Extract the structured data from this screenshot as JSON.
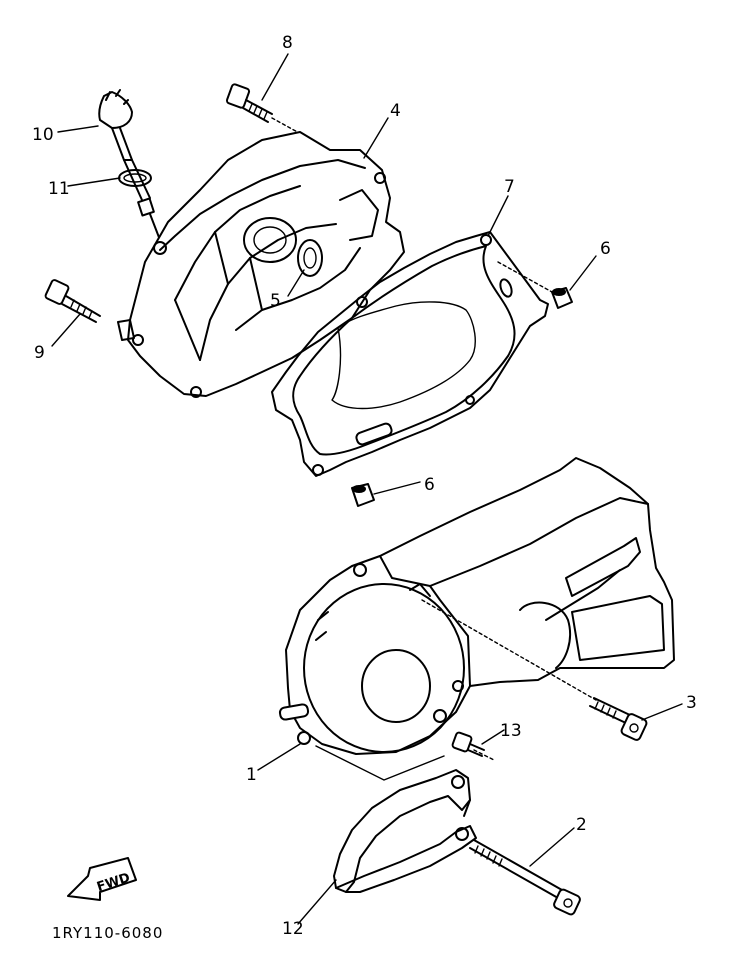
{
  "diagram": {
    "callouts": [
      {
        "id": "c1",
        "label": "1"
      },
      {
        "id": "c2",
        "label": "2"
      },
      {
        "id": "c3",
        "label": "3"
      },
      {
        "id": "c4",
        "label": "4"
      },
      {
        "id": "c5",
        "label": "5"
      },
      {
        "id": "c6a",
        "label": "6"
      },
      {
        "id": "c6b",
        "label": "6"
      },
      {
        "id": "c7",
        "label": "7"
      },
      {
        "id": "c8",
        "label": "8"
      },
      {
        "id": "c9",
        "label": "9"
      },
      {
        "id": "c10",
        "label": "10"
      },
      {
        "id": "c11",
        "label": "11"
      },
      {
        "id": "c12",
        "label": "12"
      },
      {
        "id": "c13",
        "label": "13"
      }
    ],
    "fwd_label": "FWD",
    "diagram_code": "1RY110-6080"
  }
}
